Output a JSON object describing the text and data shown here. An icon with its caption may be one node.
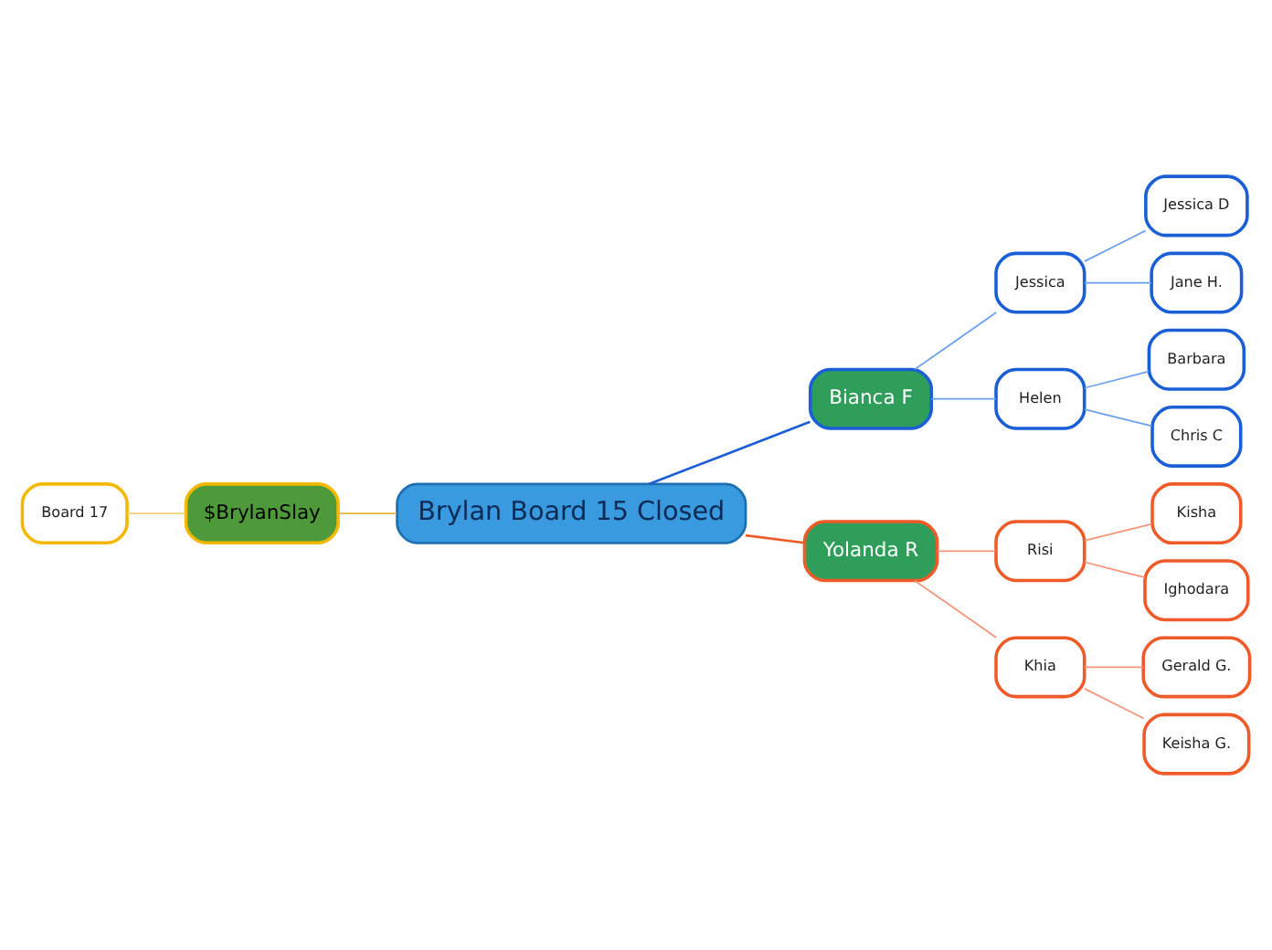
{
  "diagram": {
    "nodes": [
      {
        "text": [
          "Brylan Board 15 Closed"
        ]
      },
      {
        "text": [
          "Bianca F"
        ]
      },
      {
        "text": [
          "Jessica"
        ]
      },
      {
        "text": [
          "Jessica D"
        ]
      },
      {
        "text": [
          "Jane H."
        ]
      },
      {
        "text": [
          "Helen"
        ]
      },
      {
        "text": [
          "Barbara"
        ]
      },
      {
        "text": [
          "Chris C"
        ]
      },
      {
        "text": [
          "Yolanda R"
        ]
      },
      {
        "text": [
          "Risi"
        ]
      },
      {
        "text": [
          "Kisha"
        ]
      },
      {
        "text": [
          "Ighodara"
        ]
      },
      {
        "text": [
          "Khia"
        ]
      },
      {
        "text": [
          "Gerald G."
        ]
      },
      {
        "text": [
          "Keisha G."
        ]
      },
      {
        "text": [
          "$BrylanSlay"
        ]
      },
      {
        "text": [
          "Board 17"
        ]
      }
    ],
    "edges": [
      {
        "from": 0,
        "to": 1,
        "arrow": "none",
        "color": "#1a5fd6"
      },
      {
        "from": 1,
        "to": 2,
        "arrow": "none",
        "color": "#6aa0ee"
      },
      {
        "from": 2,
        "to": 3,
        "arrow": "none",
        "color": "#6aa0ee"
      },
      {
        "from": 2,
        "to": 4,
        "arrow": "none",
        "color": "#6aa0ee"
      },
      {
        "from": 1,
        "to": 5,
        "arrow": "none",
        "color": "#6aa0ee"
      },
      {
        "from": 5,
        "to": 6,
        "arrow": "none",
        "color": "#6aa0ee"
      },
      {
        "from": 5,
        "to": 7,
        "arrow": "none",
        "color": "#6aa0ee"
      },
      {
        "from": 0,
        "to": 8,
        "arrow": "none",
        "color": "#f05a28"
      },
      {
        "from": 8,
        "to": 9,
        "arrow": "none",
        "color": "#f5957a"
      },
      {
        "from": 9,
        "to": 10,
        "arrow": "none",
        "color": "#f5957a"
      },
      {
        "from": 9,
        "to": 11,
        "arrow": "none",
        "color": "#f5957a"
      },
      {
        "from": 8,
        "to": 12,
        "arrow": "none",
        "color": "#f5957a"
      },
      {
        "from": 12,
        "to": 13,
        "arrow": "none",
        "color": "#f5957a"
      },
      {
        "from": 12,
        "to": 14,
        "arrow": "none",
        "color": "#f5957a"
      },
      {
        "from": 15,
        "to": 0,
        "arrow": "none",
        "color": "#e8b43c"
      },
      {
        "from": 16,
        "to": 15,
        "arrow": "none",
        "color": "#f5d27a"
      }
    ]
  }
}
